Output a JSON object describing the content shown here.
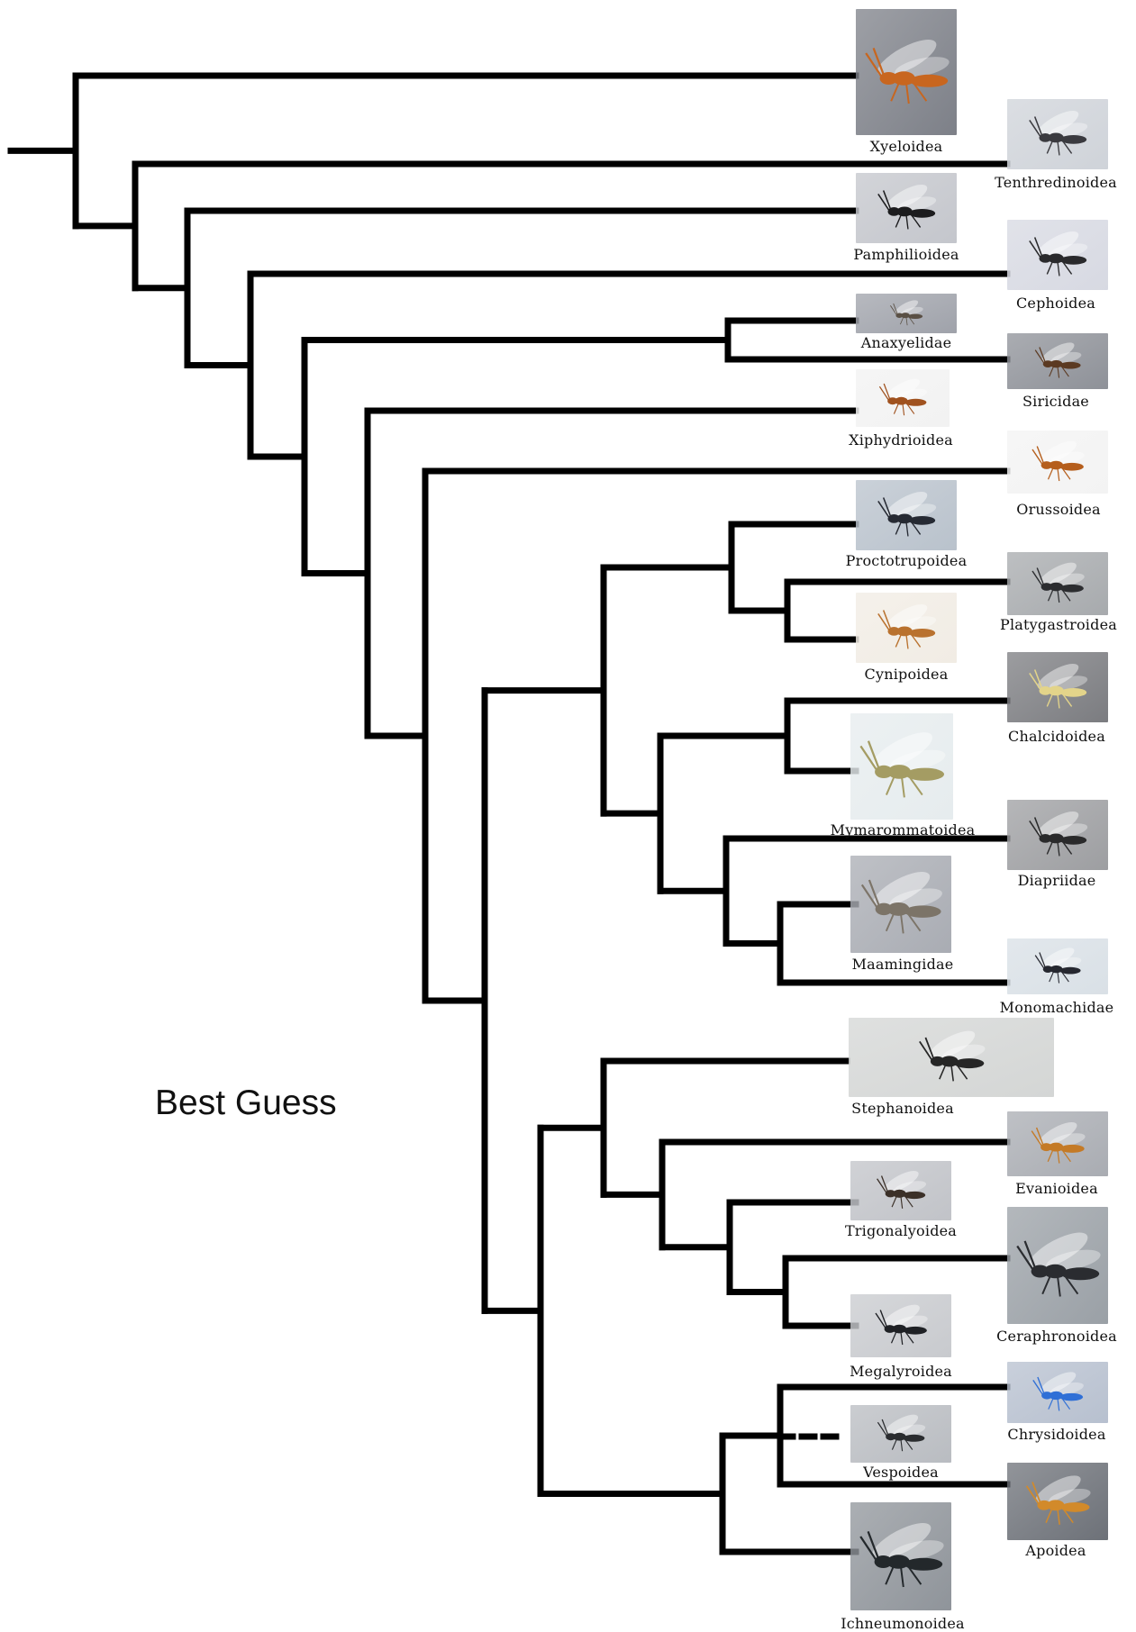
{
  "title": "Best Guess",
  "colors": {
    "branch": "#000000",
    "label": "#111111",
    "background": "#ffffff"
  },
  "taxa": [
    {
      "id": "xyeloidea",
      "label": "Xyeloidea",
      "photo_bg": "#7d8088",
      "insect": "#c8661f"
    },
    {
      "id": "tenthredinoidea",
      "label": "Tenthredinoidea",
      "photo_bg": "#cfd3d9",
      "insect": "#3a3a3f"
    },
    {
      "id": "pamphilioidea",
      "label": "Pamphilioidea",
      "photo_bg": "#c4c6cc",
      "insect": "#1c1c1e"
    },
    {
      "id": "cephoidea",
      "label": "Cephoidea",
      "photo_bg": "#d7d9e2",
      "insect": "#2a2a2c"
    },
    {
      "id": "anaxyelidae",
      "label": "Anaxyelidae",
      "photo_bg": "#9fa2aa",
      "insect": "#5a5045"
    },
    {
      "id": "siricidae",
      "label": "Siricidae",
      "photo_bg": "#8e9198",
      "insect": "#5b3a22"
    },
    {
      "id": "xiphydrioidea",
      "label": "Xiphydrioidea",
      "photo_bg": "#f2f2f2",
      "insect": "#a0521f"
    },
    {
      "id": "orussoidea",
      "label": "Orussoidea",
      "photo_bg": "#f3f3f3",
      "insect": "#b55e1c"
    },
    {
      "id": "proctotrupoidea",
      "label": "Proctotrupoidea",
      "photo_bg": "#b9c2cc",
      "insect": "#262a33"
    },
    {
      "id": "platygastroidea",
      "label": "Platygastroidea",
      "photo_bg": "#a7aaad",
      "insect": "#2c2d30"
    },
    {
      "id": "cynipoidea",
      "label": "Cynipoidea",
      "photo_bg": "#f1ece4",
      "insect": "#b9722f"
    },
    {
      "id": "chalcidoidea",
      "label": "Chalcidoidea",
      "photo_bg": "#7b7c80",
      "insect": "#e3d48a"
    },
    {
      "id": "mymarommatoidea",
      "label": "Mymarommatoidea",
      "photo_bg": "#e6ecee",
      "insect": "#a49c63"
    },
    {
      "id": "diapriidae",
      "label": "Diapriidae",
      "photo_bg": "#9d9ea1",
      "insect": "#2a2a2b"
    },
    {
      "id": "maamingidae",
      "label": "Maamingidae",
      "photo_bg": "#a9acb3",
      "insect": "#7c7468"
    },
    {
      "id": "monomachidae",
      "label": "Monomachidae",
      "photo_bg": "#d9e0e6",
      "insect": "#262830"
    },
    {
      "id": "stephanoidea",
      "label": "Stephanoidea",
      "photo_bg": "#d4d6d5",
      "insect": "#262626"
    },
    {
      "id": "evanioidea",
      "label": "Evanioidea",
      "photo_bg": "#a9acb2",
      "insect": "#c47a26"
    },
    {
      "id": "trigonalyoidea",
      "label": "Trigonalyoidea",
      "photo_bg": "#c1c3c8",
      "insect": "#3b3028"
    },
    {
      "id": "ceraphronoidea",
      "label": "Ceraphronoidea",
      "photo_bg": "#9aa0a6",
      "insect": "#2a2c30"
    },
    {
      "id": "megalyroidea",
      "label": "Megalyroidea",
      "photo_bg": "#c8cace",
      "insect": "#1f2125"
    },
    {
      "id": "chrysidoidea",
      "label": "Chrysidoidea",
      "photo_bg": "#b7c0cf",
      "insect": "#2f6fd6"
    },
    {
      "id": "vespoidea",
      "label": "Vespoidea",
      "photo_bg": "#b9bcc1",
      "insect": "#2a2c2f"
    },
    {
      "id": "apoidea",
      "label": "Apoidea",
      "photo_bg": "#6d7178",
      "insect": "#d28a2a"
    },
    {
      "id": "ichneumonoidea",
      "label": "Ichneumonoidea",
      "photo_bg": "#8f949a",
      "insect": "#23282b"
    }
  ]
}
